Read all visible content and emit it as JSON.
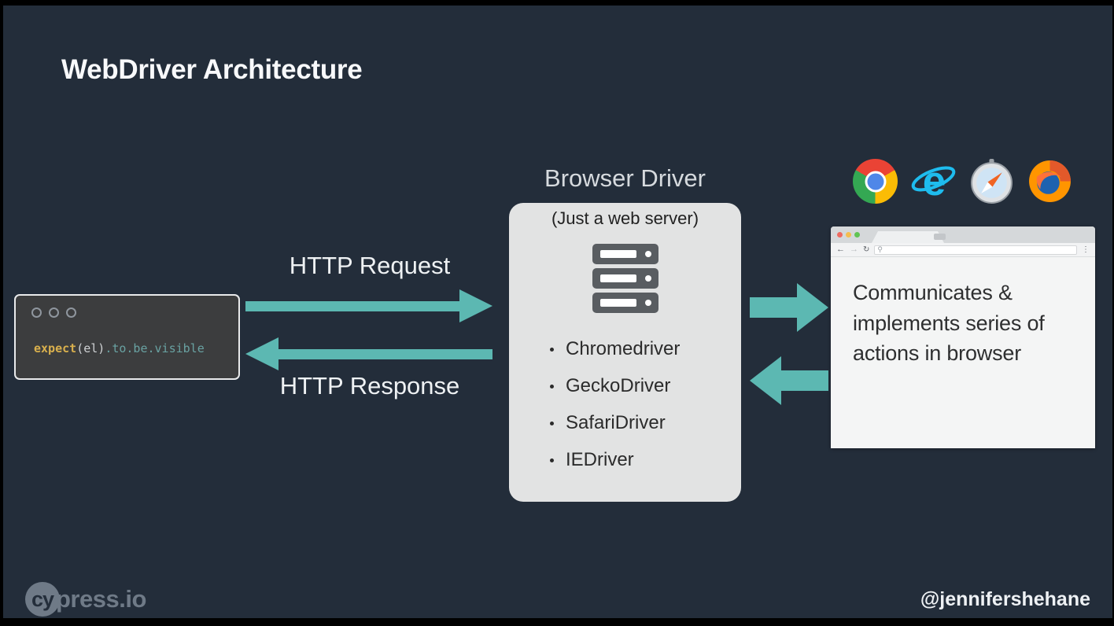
{
  "slide": {
    "title": "WebDriver Architecture",
    "background_color": "#232d3a",
    "accent_teal": "#5cb8b2",
    "handle": "@jennifershehane"
  },
  "logo": {
    "circle_text": "cy",
    "rest_text": "press.io"
  },
  "code_box": {
    "token_keyword": "expect",
    "token_paren": "(el)",
    "token_chain": ".to.be.visible",
    "keyword_color": "#d9b04d",
    "chain_color": "#69a2a2"
  },
  "flow": {
    "request_label": "HTTP Request",
    "response_label": "HTTP Response"
  },
  "driver": {
    "label": "Browser Driver",
    "subtitle": "(Just a web server)",
    "items": [
      "Chromedriver",
      "GeckoDriver",
      "SafariDriver",
      "IEDriver"
    ],
    "box_color": "#e2e3e3"
  },
  "browser_icons": [
    "chrome",
    "internet-explorer",
    "safari",
    "firefox"
  ],
  "browser_window": {
    "content": "Communicates & implements series of actions in browser"
  }
}
